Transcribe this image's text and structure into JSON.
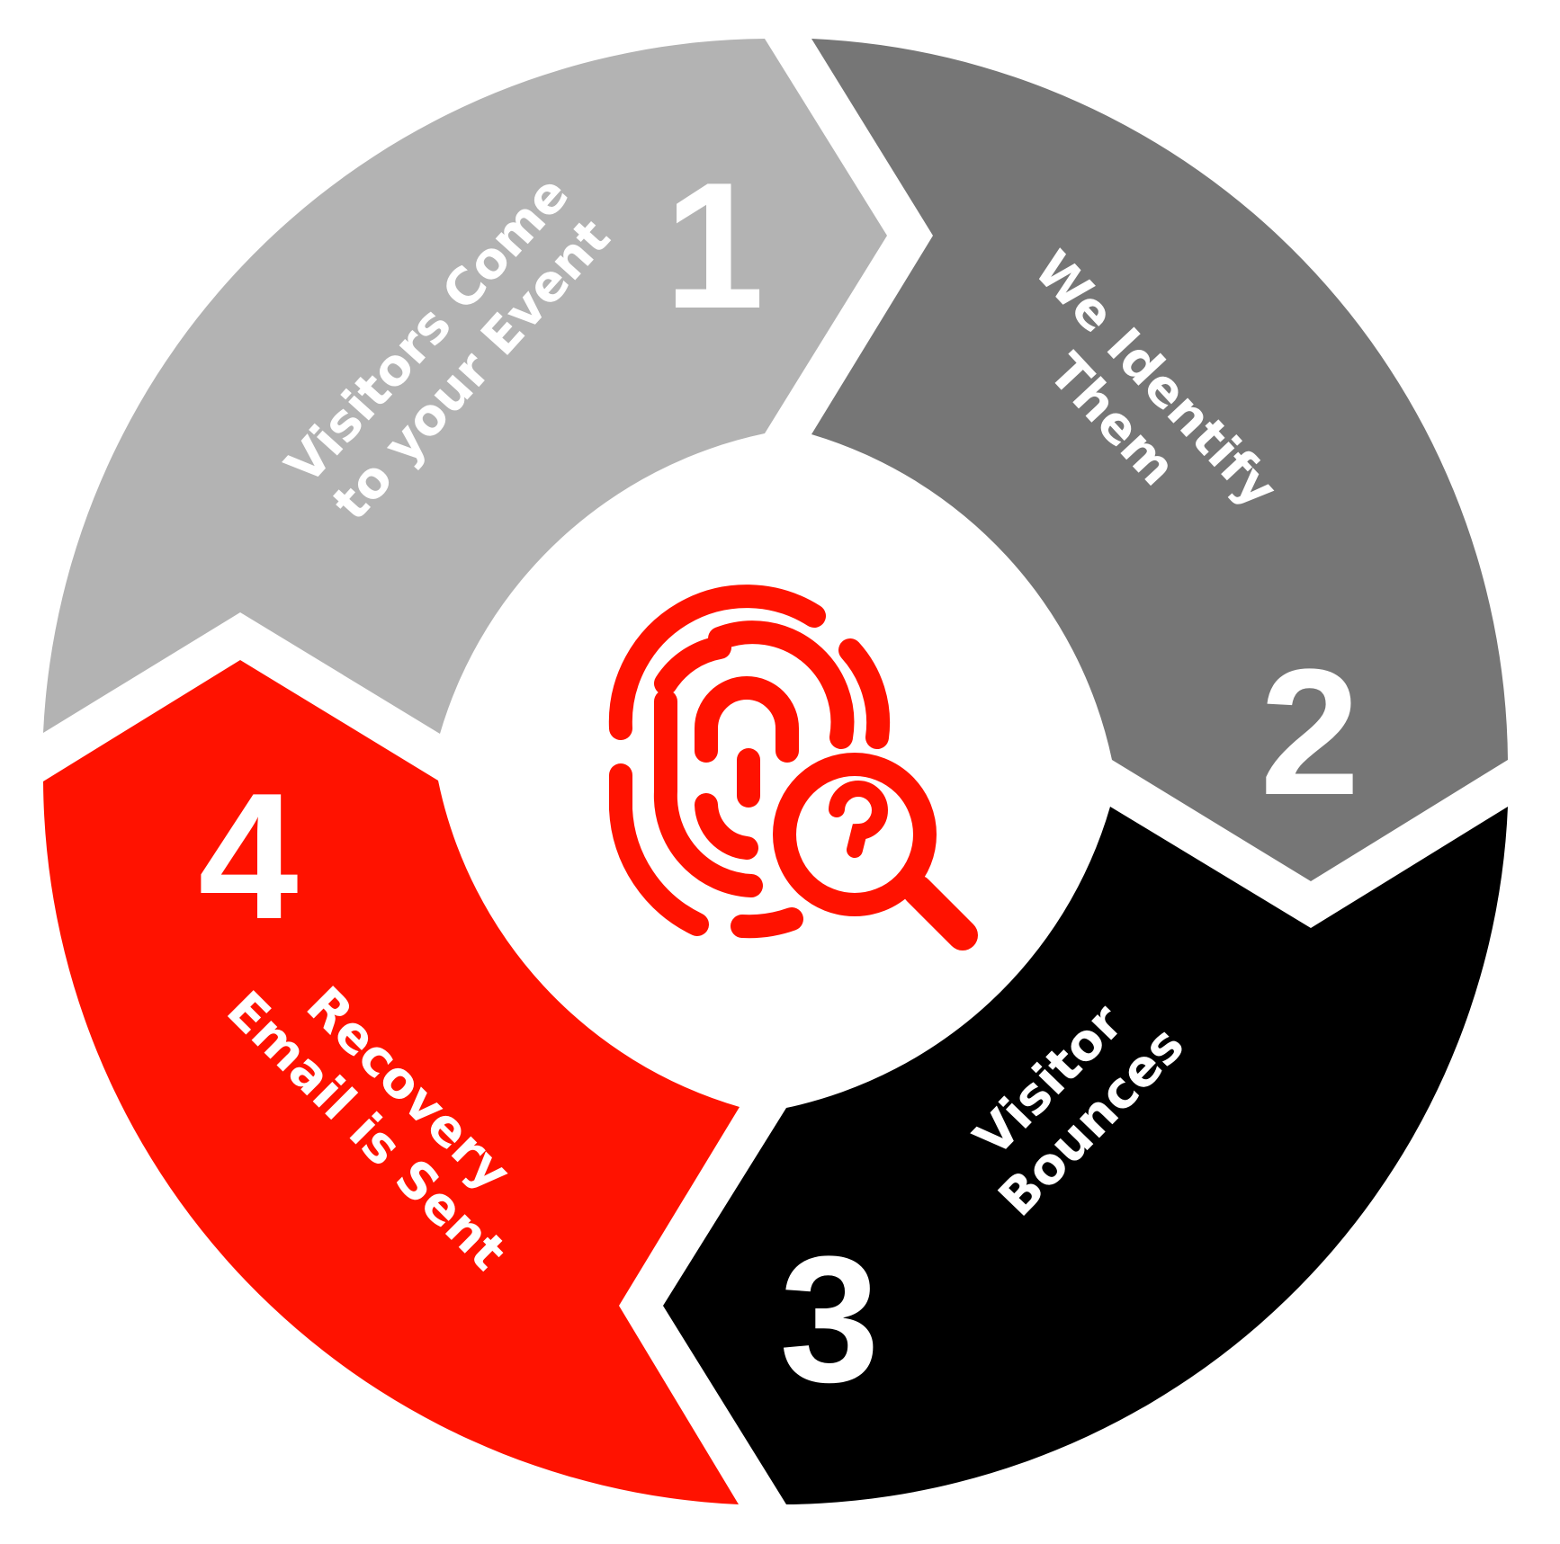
{
  "steps": [
    {
      "number": "1",
      "label_line1": "Visitors Come",
      "label_line2": "to your Event",
      "color": "#b3b3b3"
    },
    {
      "number": "2",
      "label_line1": "We Identify",
      "label_line2": "Them",
      "color": "#767676"
    },
    {
      "number": "3",
      "label_line1": "Visitor",
      "label_line2": "Bounces",
      "color": "#000000"
    },
    {
      "number": "4",
      "label_line1": "Recovery",
      "label_line2": "Email is Sent",
      "color": "#ff1200"
    }
  ],
  "center_icon": {
    "name": "fingerprint-search-icon",
    "color": "#ff1200"
  }
}
